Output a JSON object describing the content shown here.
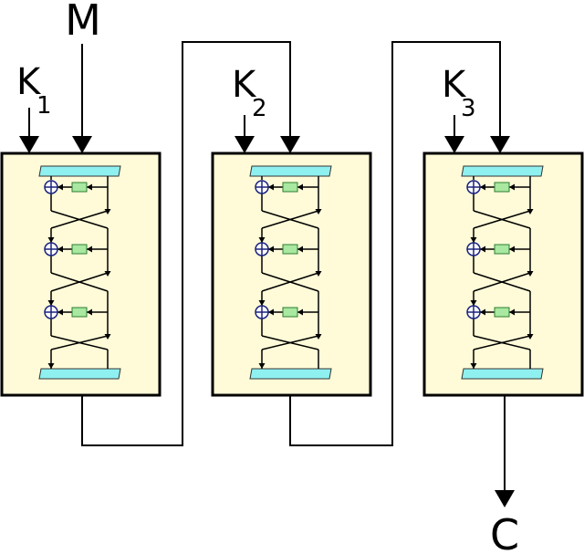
{
  "labels": {
    "plaintext": "M",
    "ciphertext": "C",
    "key_letter": "K",
    "keys": [
      "1",
      "2",
      "3"
    ]
  },
  "stages": [
    {
      "key_index": 1
    },
    {
      "key_index": 2
    },
    {
      "key_index": 3
    }
  ],
  "rounds_per_stage": 3,
  "colors": {
    "background": "#ffffff",
    "box_fill": "#fffbd8",
    "box_stroke": "#000000",
    "permutation_fill": "#8ff0f0",
    "function_fill": "#a8e8a0",
    "function_stroke": "#2e7d32",
    "xor_stroke": "#1a237e",
    "line": "#000000"
  }
}
